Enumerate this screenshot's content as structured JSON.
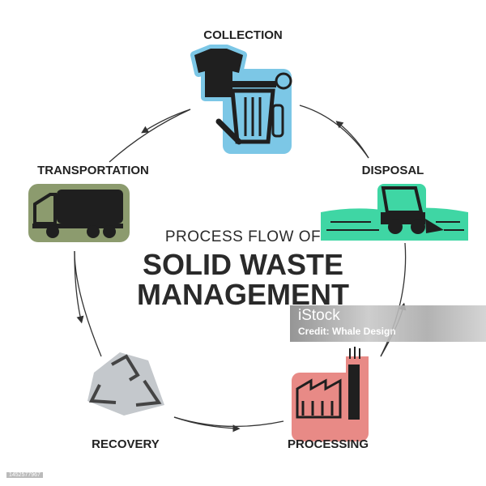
{
  "title": {
    "line1": "PROCESS FLOW OF",
    "line2": "SOLID WASTE",
    "line3": "MANAGEMENT"
  },
  "stages": {
    "collection": "COLLECTION",
    "transportation": "TRANSPORTATION",
    "disposal": "DISPOSAL",
    "recovery": "RECOVERY",
    "processing": "PROCESSING"
  },
  "colors": {
    "collection": "#7cc7e6",
    "transportation": "#8c9b6e",
    "disposal": "#3fd6a4",
    "recovery": "#c4c8cc",
    "processing": "#e88a86"
  },
  "watermark": {
    "brand": "iStock",
    "credit": "Credit: Whale Design"
  },
  "image_id": "1452577967"
}
